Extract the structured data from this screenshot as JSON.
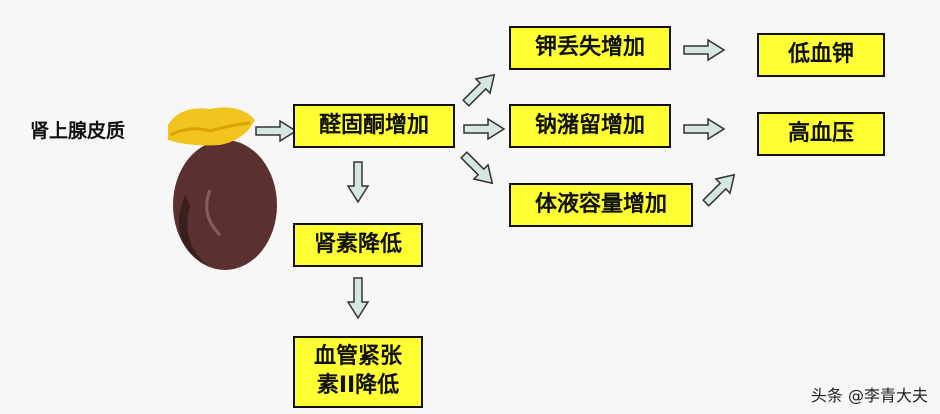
{
  "source_label": "肾上腺皮质",
  "boxes": {
    "aldosterone": "醛固酮增加",
    "renin": "肾素降低",
    "angiotensin_line1": "血管紧张",
    "angiotensin_line2": "素II降低",
    "k_loss": "钾丢失增加",
    "na_retention": "钠潴留增加",
    "volume": "体液容量增加",
    "low_k": "低血钾",
    "hypertension": "高血压"
  },
  "watermark": "头条 @李青大夫",
  "colors": {
    "box_fill": "#ffff33",
    "box_border": "#111111",
    "arrow_fill": "#d5e6e3",
    "arrow_stroke": "#333333"
  }
}
